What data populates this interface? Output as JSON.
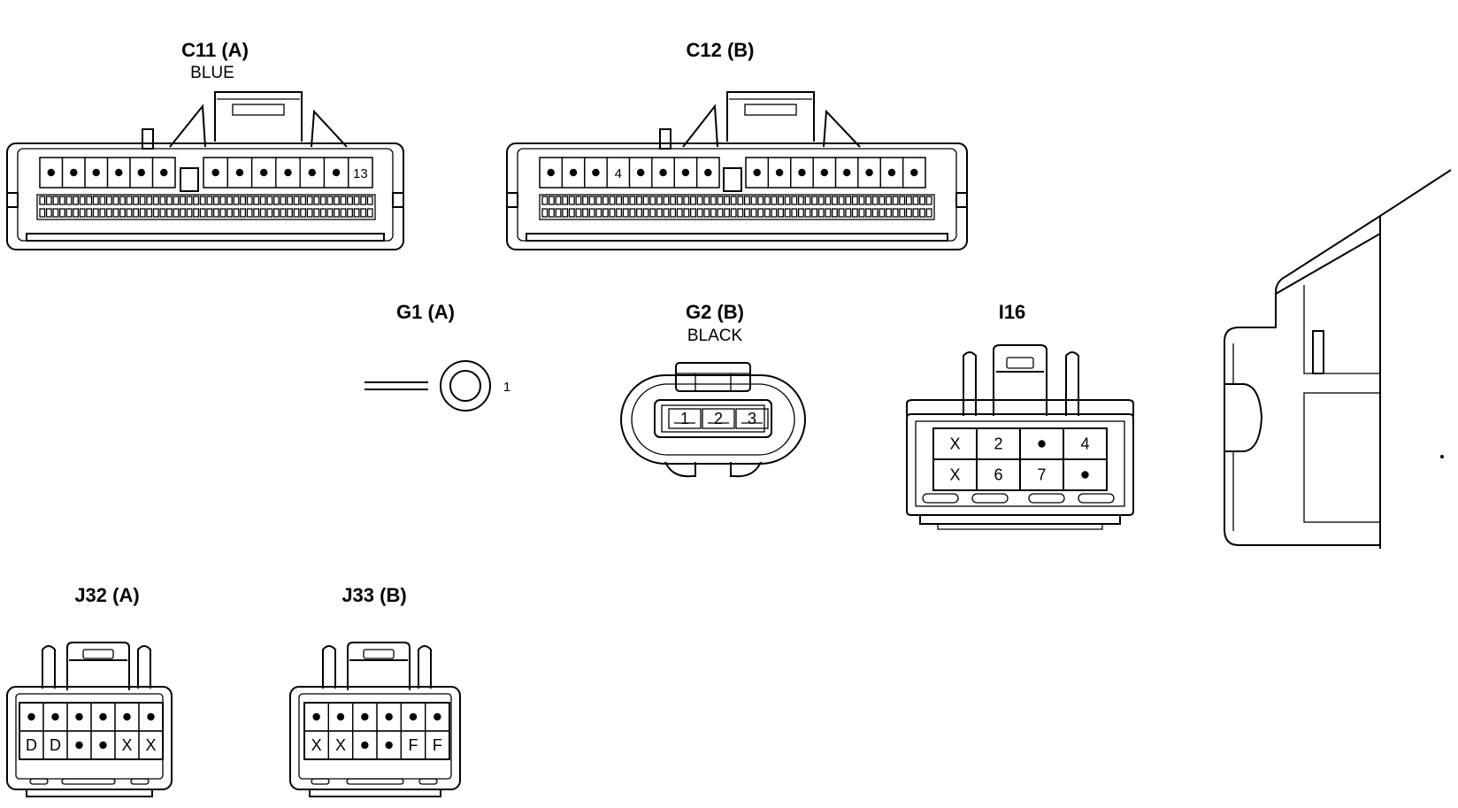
{
  "connectors": {
    "c11": {
      "title": "C11 (A)",
      "color": "BLUE",
      "upper_left": [
        "•",
        "•",
        "•",
        "•",
        "•",
        "•"
      ],
      "upper_right": [
        "•",
        "•",
        "•",
        "•",
        "•",
        "•",
        "13"
      ]
    },
    "c12": {
      "title": "C12 (B)",
      "upper_left": [
        "•",
        "•",
        "•",
        "4",
        "•",
        "•",
        "•",
        "•"
      ],
      "upper_right": [
        "•",
        "•",
        "•",
        "•",
        "•",
        "•",
        "•",
        "•"
      ]
    },
    "g1": {
      "title": "G1 (A)",
      "pin": "1"
    },
    "g2": {
      "title": "G2 (B)",
      "color": "BLACK",
      "pins": [
        "1",
        "2",
        "3"
      ]
    },
    "i16": {
      "title": "I16",
      "row1": [
        "X",
        "2",
        "•",
        "4"
      ],
      "row2": [
        "X",
        "6",
        "7",
        "•"
      ]
    },
    "j32": {
      "title": "J32 (A)",
      "row1": [
        "•",
        "•",
        "•",
        "•",
        "•",
        "•"
      ],
      "row2": [
        "D",
        "D",
        "•",
        "•",
        "X",
        "X"
      ]
    },
    "j33": {
      "title": "J33 (B)",
      "row1": [
        "•",
        "•",
        "•",
        "•",
        "•",
        "•"
      ],
      "row2": [
        "X",
        "X",
        "•",
        "•",
        "F",
        "F"
      ]
    }
  }
}
